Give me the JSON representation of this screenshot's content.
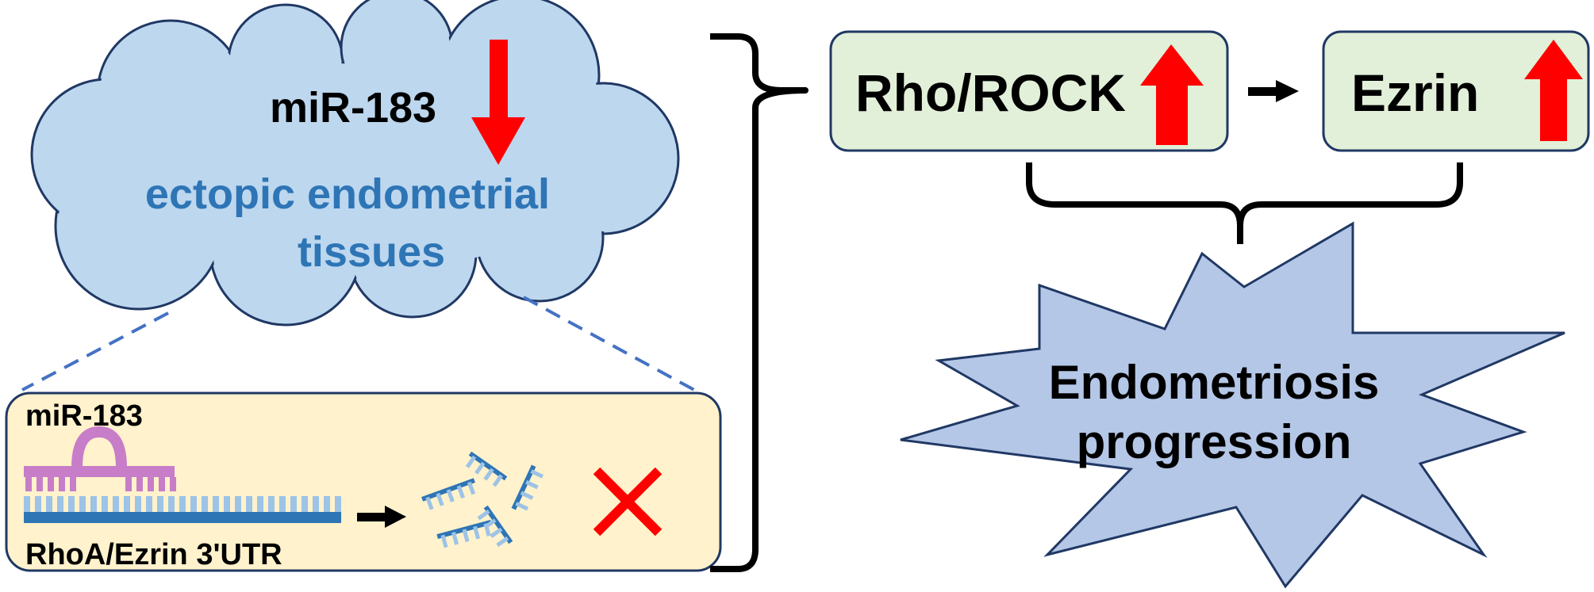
{
  "cloud": {
    "mirna_label": "miR-183",
    "tissue_line1": "ectopic endometrial",
    "tissue_line2": "tissues",
    "mirna_trend": "down"
  },
  "inset": {
    "mirna_label": "miR-183",
    "target_label": "RhoA/Ezrin 3'UTR",
    "outcome_icon": "red-x-icon"
  },
  "pathway": {
    "box1_label": "Rho/ROCK",
    "box1_trend": "up",
    "box2_label": "Ezrin",
    "box2_trend": "up"
  },
  "outcome": {
    "line1": "Endometriosis",
    "line2": "progression"
  },
  "colors": {
    "cloud_fill": "#bdd7ee",
    "cloud_stroke": "#203864",
    "tissue_text": "#2e75b6",
    "inset_fill": "#fff2cc",
    "box_fill": "#e2f0d9",
    "star_fill": "#b4c7e7",
    "arrow_red": "#ff0000",
    "mirna_purple": "#c87dc8",
    "rna_blue": "#2e75b6",
    "rna_light": "#9dc3e6",
    "dash_blue": "#4472c4"
  }
}
